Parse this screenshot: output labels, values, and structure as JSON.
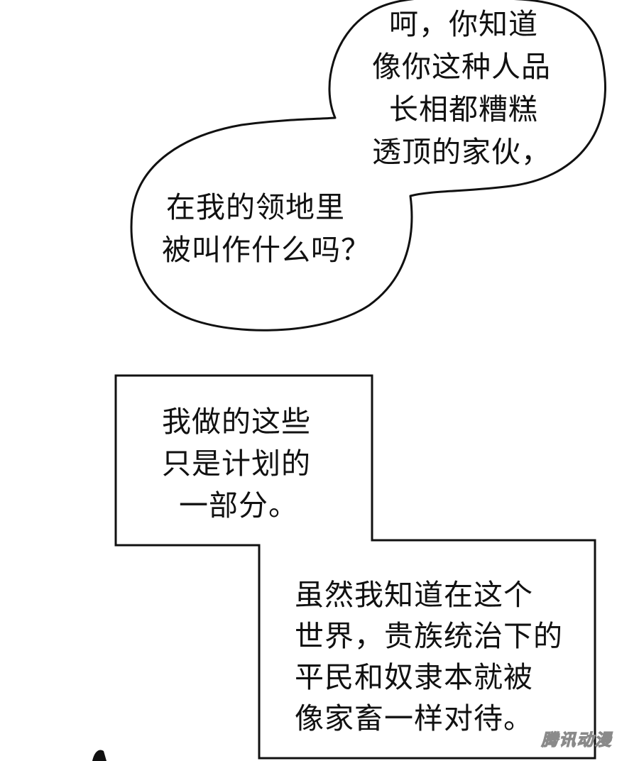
{
  "speech_bubble": {
    "lines": [
      "呵，你知道",
      "像你这种人品",
      "长相都糟糕",
      "透顶的家伙，",
      "在我的领地里",
      "被叫作什么吗？"
    ]
  },
  "caption_box": {
    "top_lines": [
      "我做的这些",
      "只是计划的",
      "一部分。"
    ],
    "bottom_lines": [
      "虽然我知道在这个",
      "世界，贵族统治下的",
      "平民和奴隶本就被",
      "像家畜一样对待。"
    ]
  },
  "watermark": {
    "text": "腾讯动漫"
  }
}
